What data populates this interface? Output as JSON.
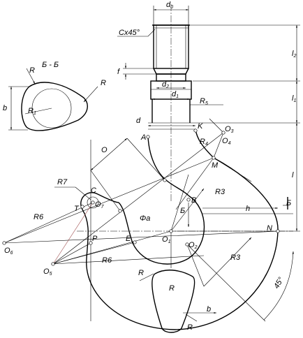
{
  "labels": {
    "d0": "d",
    "d0_sub": "0",
    "chamfer": "Cx45°",
    "l2": "l",
    "l2_sub": "2",
    "f": "f",
    "d2": "d",
    "d2_sub": "2",
    "d1": "d",
    "d1_sub": "1",
    "l1": "l",
    "l1_sub": "1",
    "R5": "R",
    "R5_sub": "5",
    "d": "d",
    "A": "A",
    "K": "K",
    "O3": "O",
    "O3_sub": "3",
    "O4": "O",
    "O4_sub": "4",
    "R4": "R",
    "R4_sub": "4",
    "M": "M",
    "O": "O",
    "l": "l",
    "R7": "R7",
    "C": "C",
    "T": "T",
    "O7": "O",
    "O7_sub": "7",
    "R3_top": "R3",
    "B": "B",
    "h": "h",
    "Bsec_right": "Б",
    "Bsec_mid": "Б",
    "R6_top": "R6",
    "Phia": "Φa",
    "O6": "O",
    "O6_sub": "6",
    "P": "P",
    "E": "E",
    "O1": "O",
    "O1_sub": "1",
    "O2": "O",
    "O2_sub": "2",
    "N": "N",
    "O5": "O",
    "O5_sub": "5",
    "R6_bottom": "R6",
    "R3_bottom": "R3",
    "R_bottom_left": "R",
    "R_bottom_inner": "R",
    "b_bottom": "b",
    "R_bottom_right": "R",
    "angle45": "45°",
    "section_title": "Б - Б",
    "section_R_left": "R",
    "section_R_right": "R",
    "section_R1": "R",
    "section_R1_sub": "1",
    "section_b": "b"
  }
}
